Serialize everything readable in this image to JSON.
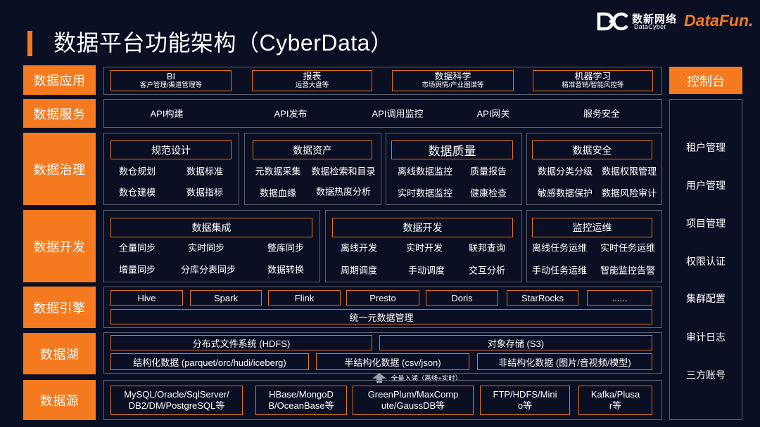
{
  "colors": {
    "background": "#0b0f23",
    "accent": "#f5791f",
    "frame_border": "#5d6272",
    "box_border": "#e4741d",
    "text": "#ffffff",
    "arrow": "#9aa0ad"
  },
  "header": {
    "title": "数据平台功能架构（CyberData）",
    "brand_cn": "数新网络",
    "brand_en": "DataCyber",
    "partner_logo": "DataFun."
  },
  "icons": {
    "brand_logo": "datacyber-logo-icon",
    "ingest_arrow": "up-arrow-icon"
  },
  "layers": [
    "数据应用",
    "数据服务",
    "数据治理",
    "数据开发",
    "数据引擎",
    "数据湖",
    "数据源"
  ],
  "applications": [
    {
      "name": "BI",
      "desc": "客户管理/渠道管理等"
    },
    {
      "name": "报表",
      "desc": "运营大盘等"
    },
    {
      "name": "数据科学",
      "desc": "市场舆情/产业图谱等"
    },
    {
      "name": "机器学习",
      "desc": "精准营销/智能风控等"
    }
  ],
  "services": [
    "API构建",
    "API发布",
    "API调用监控",
    "API网关",
    "服务安全"
  ],
  "governance": [
    {
      "title": "规范设计",
      "items": [
        "数仓规划",
        "数据标准",
        "数仓建模",
        "数据指标"
      ]
    },
    {
      "title": "数据资产",
      "items": [
        "元数据采集",
        "数据检索和目录",
        "数据血缘",
        "数据热度分析"
      ]
    },
    {
      "title": "数据质量",
      "items": [
        "离线数据监控",
        "质量报告",
        "实时数据监控",
        "健康检查"
      ]
    },
    {
      "title": "数据安全",
      "items": [
        "数据分类分级",
        "数据权限管理",
        "敏感数据保护",
        "数据风险审计"
      ]
    }
  ],
  "development": [
    {
      "title": "数据集成",
      "items": [
        "全量同步",
        "实时同步",
        "整库同步",
        "增量同步",
        "分库分表同步",
        "数据转换"
      ]
    },
    {
      "title": "数据开发",
      "items": [
        "离线开发",
        "实时开发",
        "联邦查询",
        "周期调度",
        "手动调度",
        "交互分析"
      ]
    },
    {
      "title": "监控运维",
      "items": [
        "离线任务运维",
        "实时任务运维",
        "手动任务运维",
        "智能监控告警"
      ]
    }
  ],
  "engine": {
    "items": [
      "Hive",
      "Spark",
      "Flink",
      "Presto",
      "Doris",
      "StarRocks",
      "......"
    ],
    "metadata": "统一元数据管理"
  },
  "lake": {
    "storage": [
      "分布式文件系统 (HDFS)",
      "对象存储 (S3)"
    ],
    "formats": [
      "结构化数据 (parquet/orc/hudi/iceberg)",
      "半结构化数据 (csv/json)",
      "非结构化数据 (图片/音视频/模型)"
    ],
    "ingest_label": "全量入湖（离线+实时）"
  },
  "sources": [
    {
      "lines": [
        "MySQL/Oracle/SqlServer/",
        "DB2/DM/PostgreSQL等"
      ]
    },
    {
      "lines": [
        "HBase/MongoD",
        "B/OceanBase等"
      ]
    },
    {
      "lines": [
        "GreenPlum/MaxComp",
        "ute/GaussDB等"
      ]
    },
    {
      "lines": [
        "FTP/HDFS/Mini",
        "o等"
      ]
    },
    {
      "lines": [
        "Kafka/Plusa",
        "r等"
      ]
    }
  ],
  "console": {
    "title": "控制台",
    "items": [
      "租户管理",
      "用户管理",
      "项目管理",
      "权限认证",
      "集群配置",
      "审计日志",
      "三方账号"
    ]
  }
}
